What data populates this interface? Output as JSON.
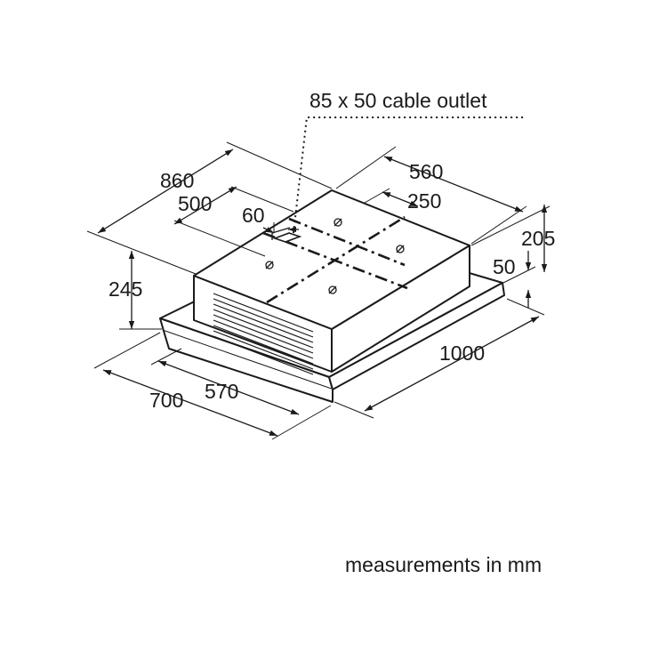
{
  "dimensions": {
    "d860": "860",
    "d500": "500",
    "d60": "60",
    "d560": "560",
    "d250": "250",
    "d205": "205",
    "d50": "50",
    "d245": "245",
    "d1000": "1000",
    "d700": "700",
    "d570": "570"
  },
  "callout": {
    "cable_outlet": "85 x 50 cable outlet"
  },
  "footer": {
    "units_note": "measurements in mm"
  },
  "colors": {
    "line": "#1a1a1a",
    "background": "#ffffff"
  }
}
